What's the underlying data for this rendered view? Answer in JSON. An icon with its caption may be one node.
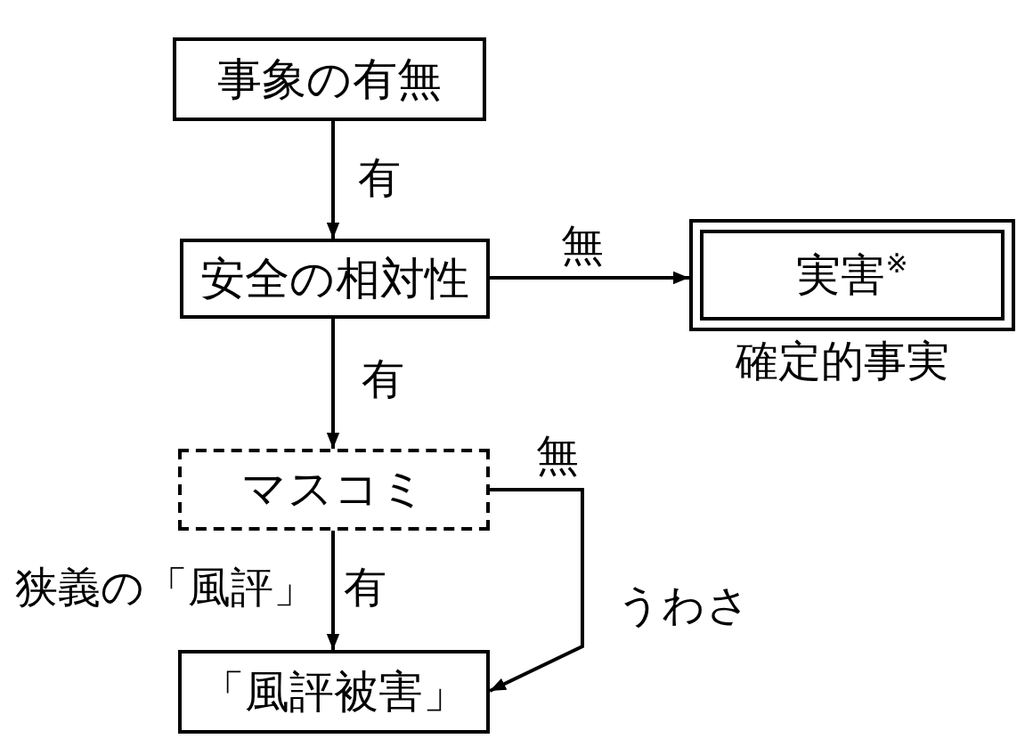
{
  "diagram": {
    "nodes": [
      {
        "text": [
          "事象の有無"
        ]
      },
      {
        "text": [
          "安全の相対性"
        ]
      },
      {
        "text": [
          "実害$^{※}$"
        ],
        "beside": [
          "確定的事実"
        ]
      },
      {
        "text": [
          "マスコミ"
        ]
      },
      {
        "text": [
          "「風評被害」"
        ]
      }
    ],
    "edges": [
      {
        "from": 0,
        "to": 1,
        "arrow": "to",
        "label": "有"
      },
      {
        "from": 1,
        "to": 2,
        "arrow": "to",
        "label": "無"
      },
      {
        "from": 1,
        "to": 3,
        "arrow": "to",
        "label": "有"
      },
      {
        "from": 3,
        "to": 4,
        "arrow": "to",
        "label": "有"
      },
      {
        "from": 3,
        "to": 4,
        "arrow": "to",
        "label": "無"
      }
    ],
    "labels": [
      "狭義の「風評」",
      "うわさ"
    ]
  }
}
